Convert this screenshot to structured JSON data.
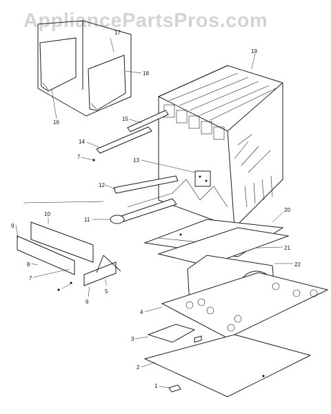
{
  "watermark": "AppliancePartsPros.com",
  "callouts": [
    "1",
    "2",
    "3",
    "4",
    "5",
    "6",
    "7",
    "7",
    "8",
    "9",
    "10",
    "11",
    "12",
    "13",
    "14",
    "15",
    "16",
    "17",
    "18",
    "19",
    "20",
    "21",
    "22"
  ]
}
